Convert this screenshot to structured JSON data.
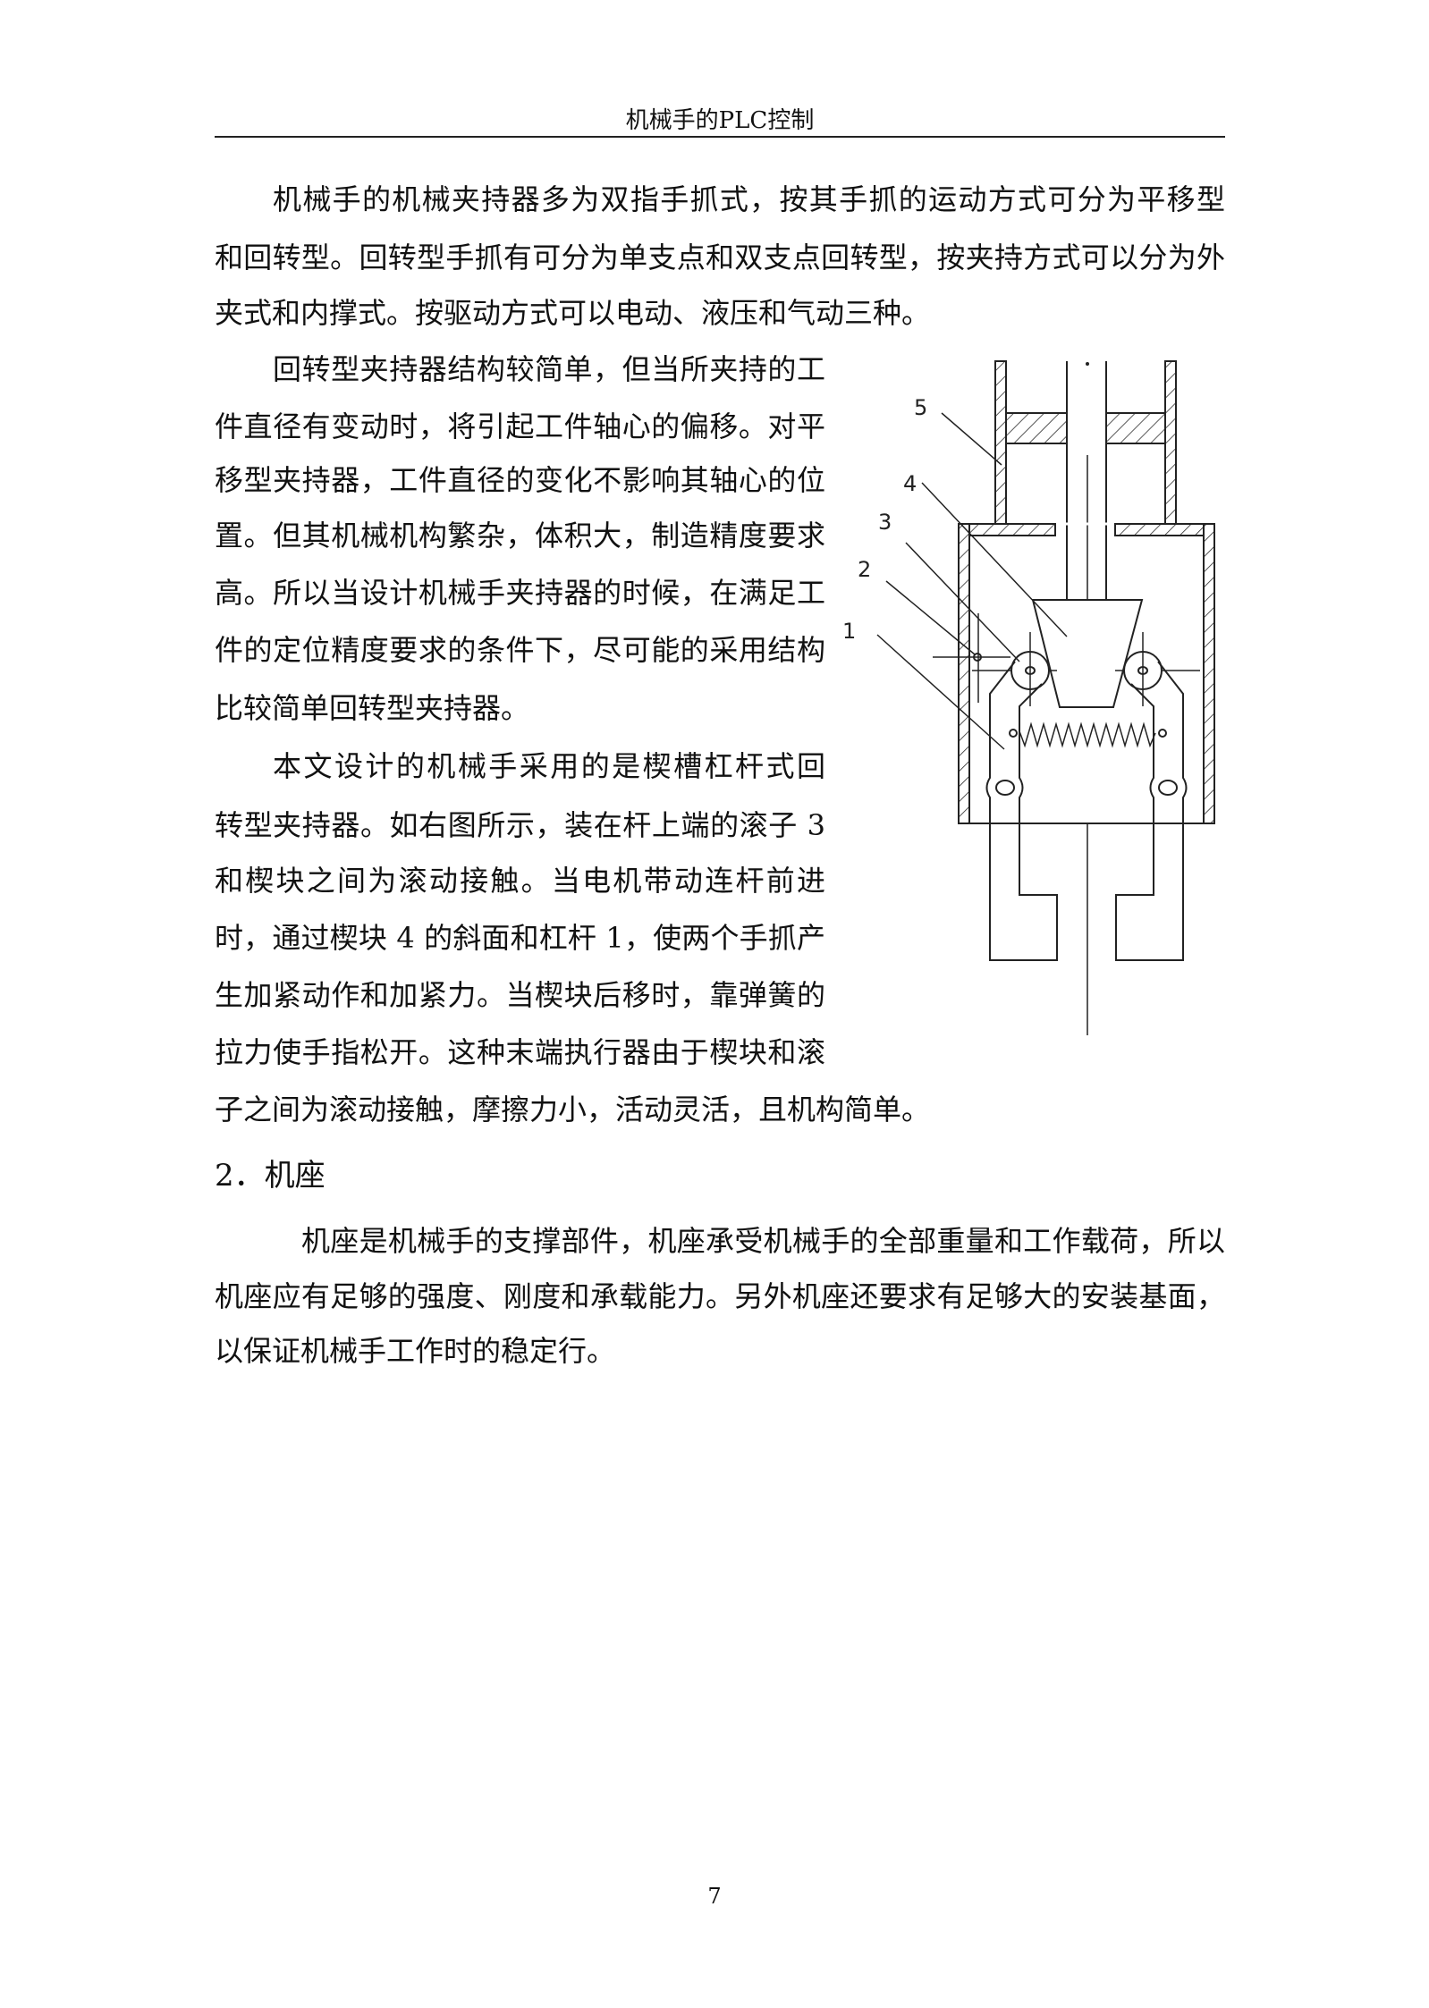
{
  "header": {
    "title": "机械手的PLC控制"
  },
  "p1": {
    "lines": [
      "机械手的机械夹持器多为双指手抓式，按其手抓的运动方式可分为平移型",
      "和回转型。回转型手抓有可分为单支点和双支点回转型，按夹持方式可以分为外",
      "夹式和内撑式。按驱动方式可以电动、液压和气动三种。"
    ]
  },
  "p2": {
    "lines": [
      "回转型夹持器结构较简单，但当所夹持的工",
      "件直径有变动时，将引起工件轴心的偏移。对平",
      "移型夹持器，工件直径的变化不影响其轴心的位",
      "置。但其机械机构繁杂，体积大，制造精度要求",
      "高。所以当设计机械手夹持器的时候，在满足工",
      "件的定位精度要求的条件下，尽可能的采用结构",
      "比较简单回转型夹持器。"
    ]
  },
  "p3": {
    "lines": [
      "本文设计的机械手采用的是楔槽杠杆式回",
      "转型夹持器。如右图所示，装在杆上端的滚子 3",
      "和楔块之间为滚动接触。当电机带动连杆前进",
      "时，通过楔块 4 的斜面和杠杆 1，使两个手抓产",
      "生加紧动作和加紧力。当楔块后移时，靠弹簧的",
      "拉力使手指松开。这种末端执行器由于楔块和滚",
      "子之间为滚动接触，摩擦力小，活动灵活，且机构简单。"
    ]
  },
  "section": {
    "heading": "2．机座"
  },
  "p4": {
    "lines": [
      "机座是机械手的支撑部件，机座承受机械手的全部重量和工作载荷，所以",
      "机座应有足够的强度、刚度和承载能力。另外机座还要求有足够大的安装基面，",
      "以保证机械手工作时的稳定行。"
    ]
  },
  "figure": {
    "labels": [
      "1",
      "2",
      "3",
      "4",
      "5"
    ]
  },
  "footer": {
    "page_number": "7"
  }
}
